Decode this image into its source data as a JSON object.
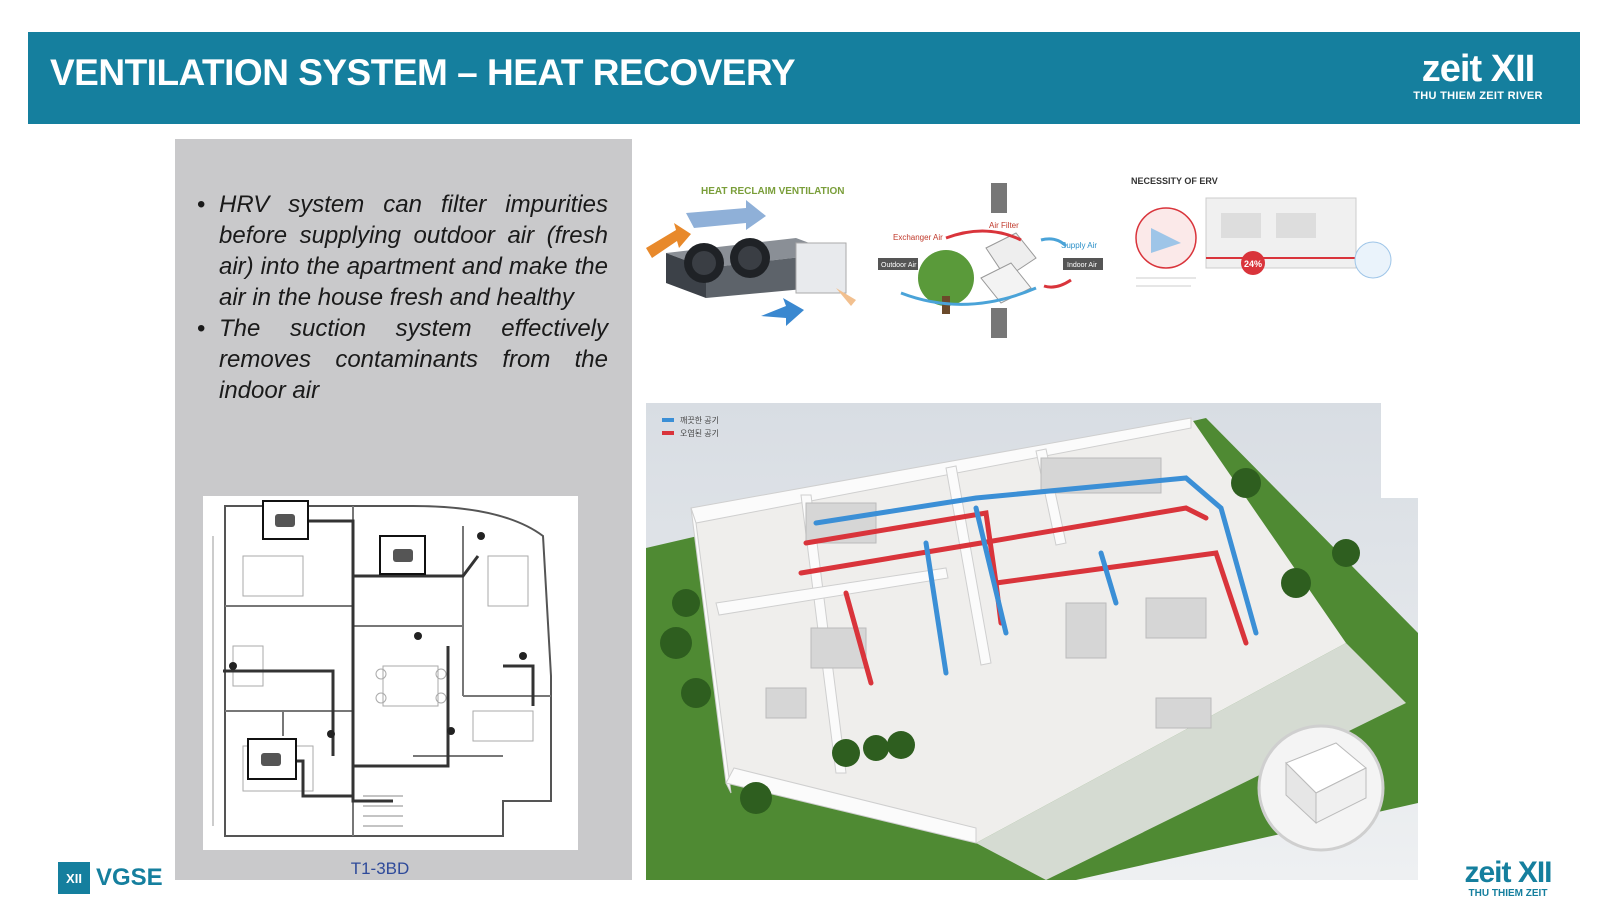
{
  "header": {
    "title": "VENTILATION SYSTEM – HEAT RECOVERY",
    "logo_word": "zeit",
    "logo_mark": "XII",
    "logo_sub": "THU THIEM ZEIT RIVER"
  },
  "bullets": [
    "HRV system can filter impurities before supplying outdoor air (fresh air) into the apartment and make the air in the house fresh and healthy",
    "The suction system effectively removes contaminants from the indoor air"
  ],
  "floorplan": {
    "caption": "T1-3BD"
  },
  "diagrams": {
    "hrv_title": "HEAT RECLAIM VENTILATION",
    "exchanger_air": "Exchanger Air",
    "air_filter": "Air Filter",
    "supply_air": "Supply Air",
    "outdoor_air": "Outdoor Air",
    "indoor_air": "Indoor Air",
    "erv_title": "NECESSITY OF ERV",
    "erv_percent": "24%"
  },
  "house": {
    "legend": [
      "깨끗한 공기",
      "오염된 공기"
    ],
    "colors": {
      "clean": "#3b8fd6",
      "polluted": "#d9343b"
    }
  },
  "footer": {
    "vgse_mark": "XII",
    "vgse_text": "VGSE",
    "logo_word": "zeit",
    "logo_mark": "XII",
    "logo_sub": "THU THIEM ZEIT"
  },
  "colors": {
    "brand": "#157f9e",
    "panel": "#c9c9cb"
  }
}
